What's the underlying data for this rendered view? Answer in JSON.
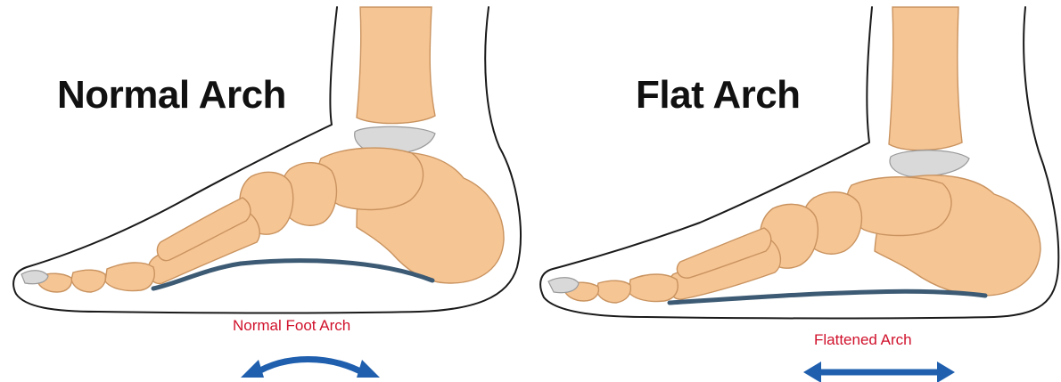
{
  "panels": [
    {
      "title": "Normal Arch",
      "caption": "Normal Foot Arch",
      "arrow": "curved-double-arrow"
    },
    {
      "title": "Flat Arch",
      "caption": "Flattened Arch",
      "arrow": "straight-double-arrow"
    }
  ],
  "colors": {
    "bone": "#f6c594",
    "bone_edge": "#c9935f",
    "cartilage": "#d9d9d9",
    "fascia": "#3c5a73",
    "skin_outline": "#1a1a1a",
    "caption": "#d0112b",
    "arrow": "#1f5fae",
    "title": "#111111"
  }
}
